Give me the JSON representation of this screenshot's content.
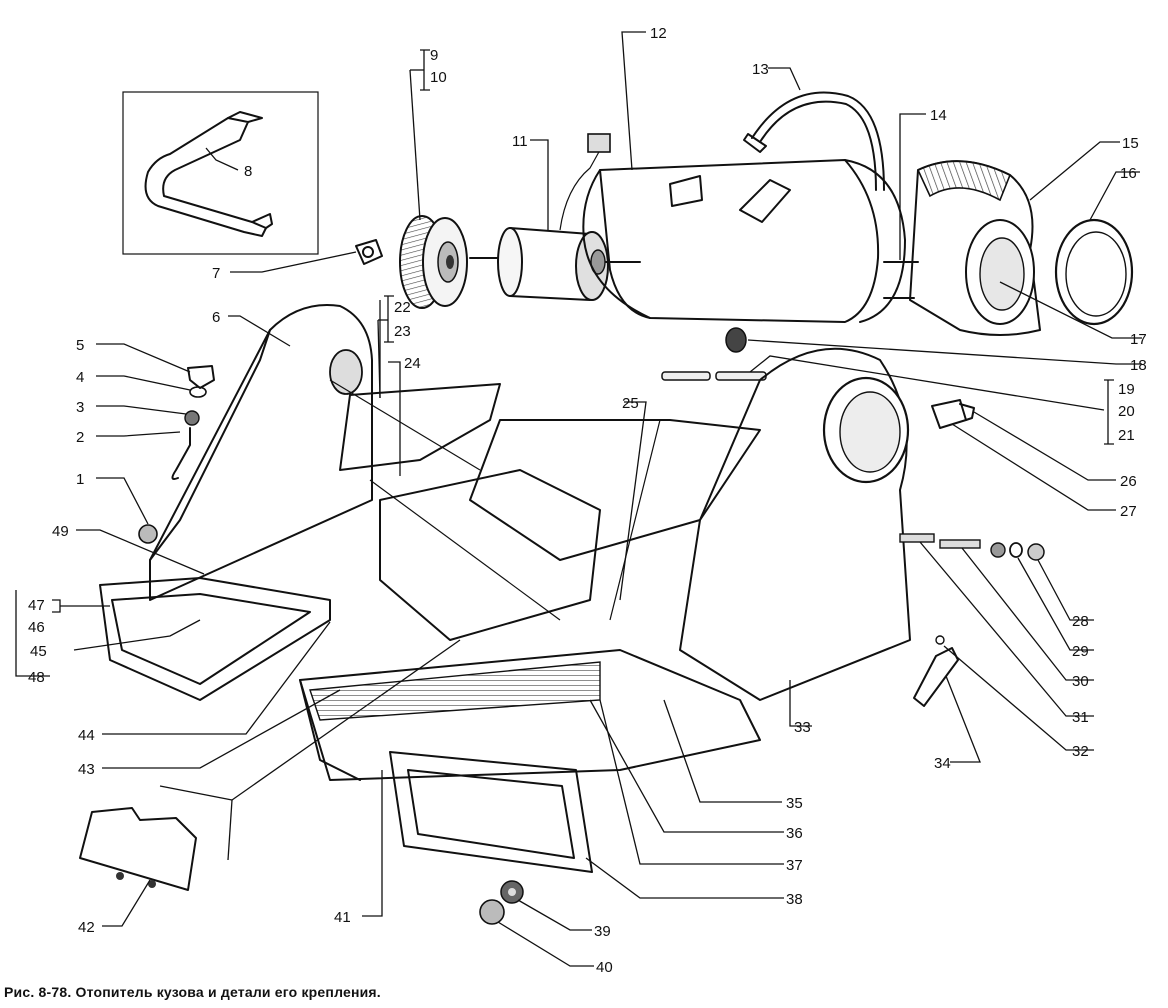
{
  "caption": "Рис. 8-78. Отопитель кузова и детали его крепления.",
  "labels": [
    "1",
    "2",
    "3",
    "4",
    "5",
    "6",
    "7",
    "8",
    "9",
    "10",
    "11",
    "12",
    "13",
    "14",
    "15",
    "16",
    "17",
    "18",
    "19",
    "20",
    "21",
    "22",
    "23",
    "24",
    "25",
    "26",
    "27",
    "28",
    "29",
    "30",
    "31",
    "32",
    "33",
    "34",
    "35",
    "36",
    "37",
    "38",
    "39",
    "40",
    "41",
    "42",
    "43",
    "44",
    "45",
    "46",
    "47",
    "48",
    "49"
  ]
}
